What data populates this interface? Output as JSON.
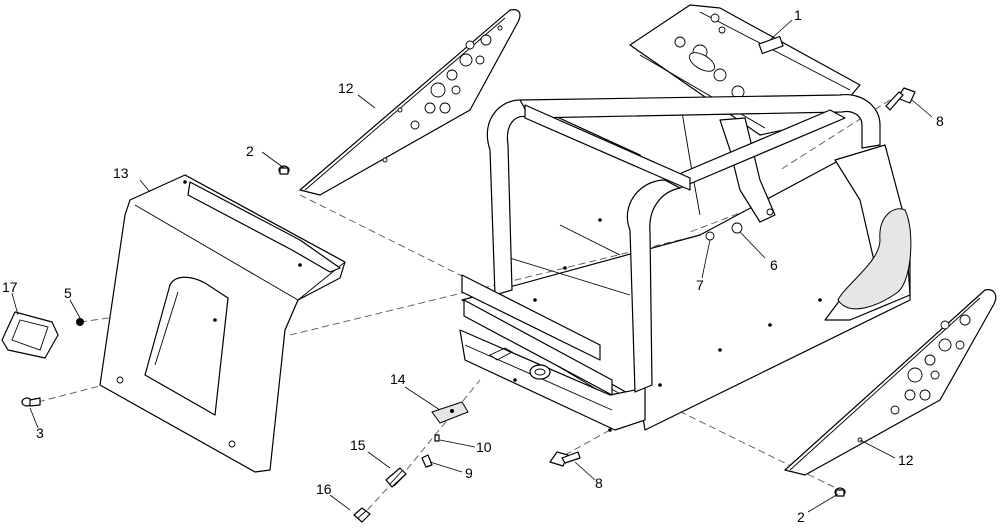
{
  "diagram": {
    "callouts": [
      {
        "id": "c1",
        "text": "1"
      },
      {
        "id": "c2a",
        "text": "2"
      },
      {
        "id": "c2b",
        "text": "2"
      },
      {
        "id": "c3",
        "text": "3"
      },
      {
        "id": "c5",
        "text": "5"
      },
      {
        "id": "c6",
        "text": "6"
      },
      {
        "id": "c7",
        "text": "7"
      },
      {
        "id": "c8a",
        "text": "8"
      },
      {
        "id": "c8b",
        "text": "8"
      },
      {
        "id": "c9",
        "text": "9"
      },
      {
        "id": "c10",
        "text": "10"
      },
      {
        "id": "c12a",
        "text": "12"
      },
      {
        "id": "c12b",
        "text": "12"
      },
      {
        "id": "c13",
        "text": "13"
      },
      {
        "id": "c14",
        "text": "14"
      },
      {
        "id": "c15",
        "text": "15"
      },
      {
        "id": "c16",
        "text": "16"
      },
      {
        "id": "c17",
        "text": "17"
      }
    ]
  }
}
